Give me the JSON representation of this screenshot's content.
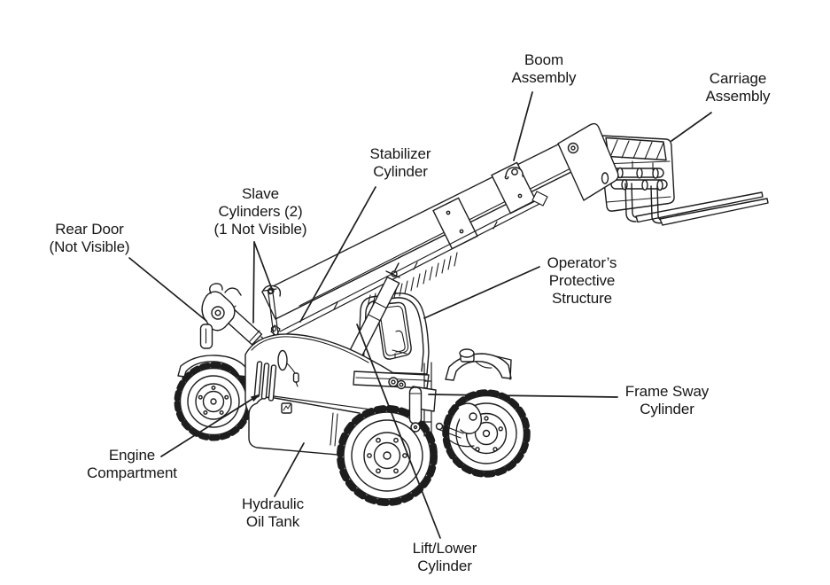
{
  "figure": {
    "background": "#ffffff",
    "line_color": "#1d1d1d",
    "subject": "Telehandler component identification diagram"
  },
  "labels": {
    "boom_assembly": {
      "text": "Boom\nAssembly"
    },
    "carriage_assembly": {
      "text": "Carriage\nAssembly"
    },
    "stabilizer_cylinder": {
      "text": "Stabilizer\nCylinder"
    },
    "slave_cylinders": {
      "text": "Slave\nCylinders (2)\n(1 Not Visible)"
    },
    "rear_door": {
      "text": "Rear Door\n(Not Visible)"
    },
    "operators_protective_structure": {
      "text": "Operator’s\nProtective\nStructure"
    },
    "frame_sway_cylinder": {
      "text": "Frame Sway\nCylinder"
    },
    "engine_compartment": {
      "text": "Engine\nCompartment"
    },
    "hydraulic_oil_tank": {
      "text": "Hydraulic\nOil Tank"
    },
    "lift_lower_cylinder": {
      "text": "Lift/Lower\nCylinder"
    }
  }
}
